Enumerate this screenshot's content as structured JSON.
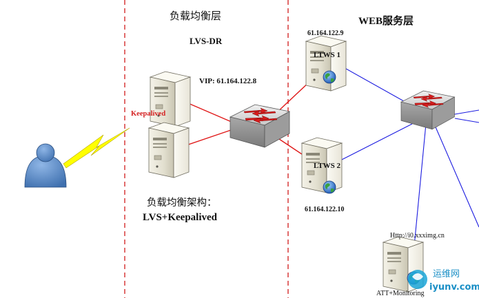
{
  "layers": {
    "lb_title": "负载均衡层",
    "web_title": "WEB服务层"
  },
  "lvs": {
    "mode": "LVS-DR",
    "vip": "VIP:  61.164.122.8",
    "keepalived": "Keepalived"
  },
  "architecture": {
    "label": "负载均衡架构：",
    "value": "LVS+Keepalived"
  },
  "web_servers": [
    {
      "name": "LTWS 1",
      "ip": "61.164.122.9"
    },
    {
      "name": "LTWS 2",
      "ip": "61.164.122.10"
    }
  ],
  "monitoring": {
    "url": "Http://i0.xxximg.cn",
    "name": "ATT+Monitoring"
  },
  "watermark": {
    "brand": "运维网",
    "site": "iyunv.com"
  },
  "colors": {
    "divider": "#d42b2b",
    "link_red": "#e01818",
    "link_blue": "#1a1ae0",
    "lightning": "#ffff00",
    "user": "#5b8cc8"
  }
}
